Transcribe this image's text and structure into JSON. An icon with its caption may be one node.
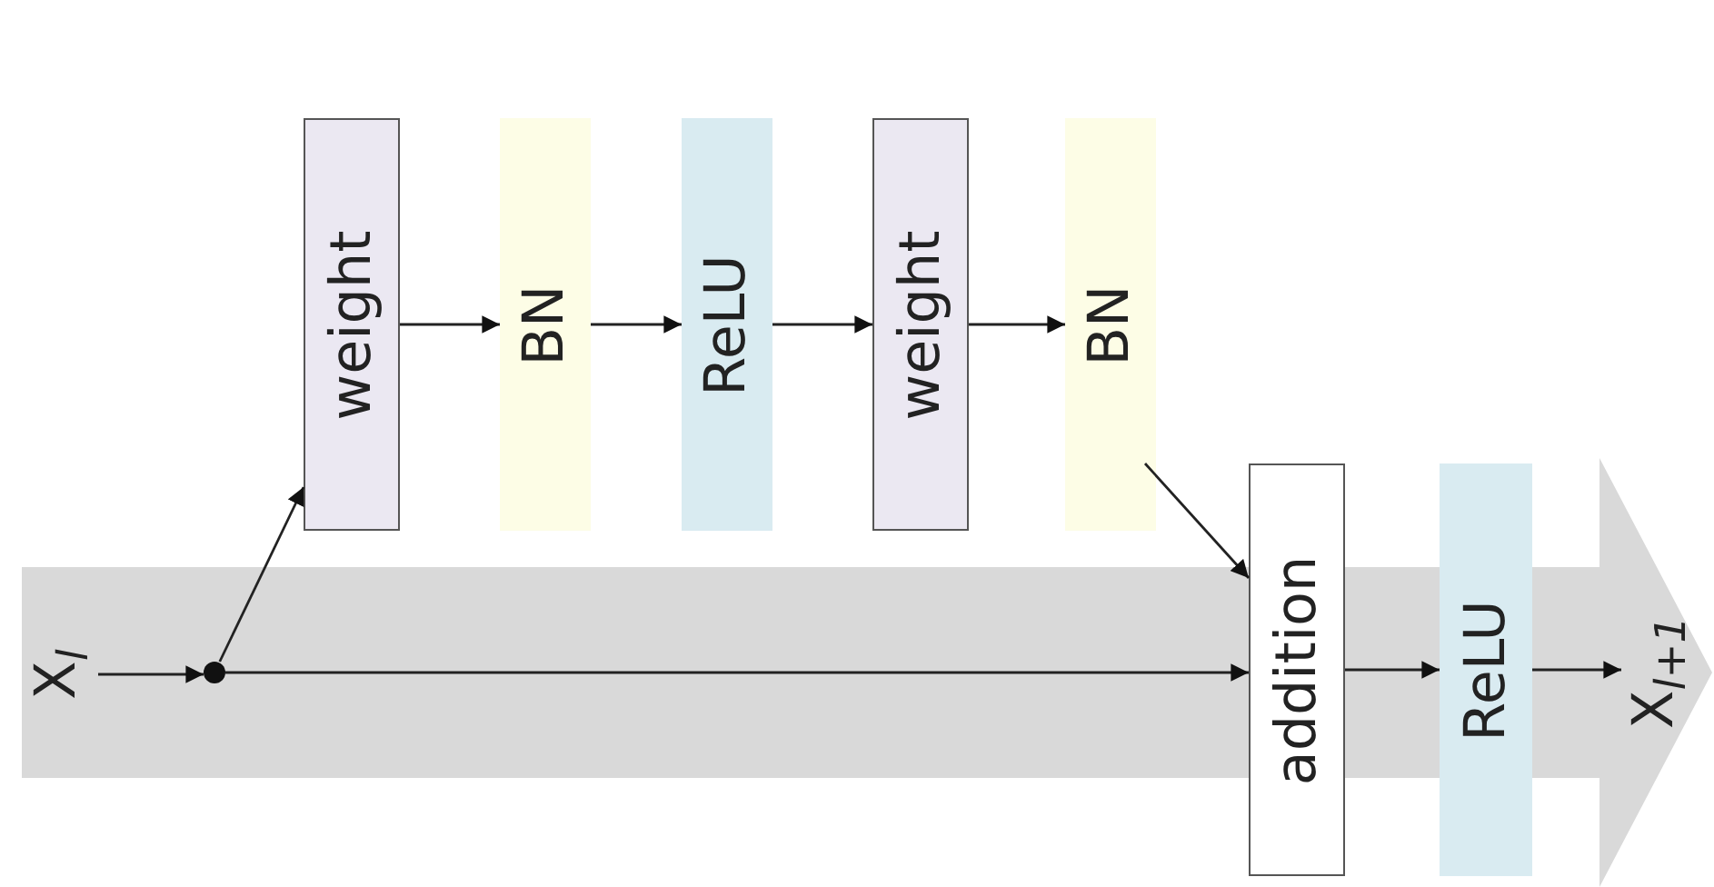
{
  "diagram": {
    "nodes": [
      {
        "text": [
          "X$_{l}$"
        ]
      },
      {
        "text": [],
        "shape": "circle"
      },
      {
        "text": [
          "weight"
        ]
      },
      {
        "text": [
          "BN"
        ]
      },
      {
        "text": [
          "ReLU"
        ]
      },
      {
        "text": [
          "weight"
        ]
      },
      {
        "text": [
          "BN"
        ]
      },
      {
        "text": [
          "addition"
        ]
      },
      {
        "text": [
          "ReLU"
        ]
      },
      {
        "text": [
          "X$_{l+1}$"
        ]
      }
    ],
    "edges": [
      {
        "from": 0,
        "to": 1,
        "arrow": "to"
      },
      {
        "from": 1,
        "to": 2,
        "arrow": "to"
      },
      {
        "from": 2,
        "to": 3,
        "arrow": "to"
      },
      {
        "from": 3,
        "to": 4,
        "arrow": "to"
      },
      {
        "from": 4,
        "to": 5,
        "arrow": "to"
      },
      {
        "from": 5,
        "to": 6,
        "arrow": "to"
      },
      {
        "from": 6,
        "to": 7,
        "arrow": "to"
      },
      {
        "from": 1,
        "to": 7,
        "arrow": "to"
      },
      {
        "from": 7,
        "to": 8,
        "arrow": "to"
      },
      {
        "from": 8,
        "to": 9,
        "arrow": "to"
      }
    ]
  }
}
